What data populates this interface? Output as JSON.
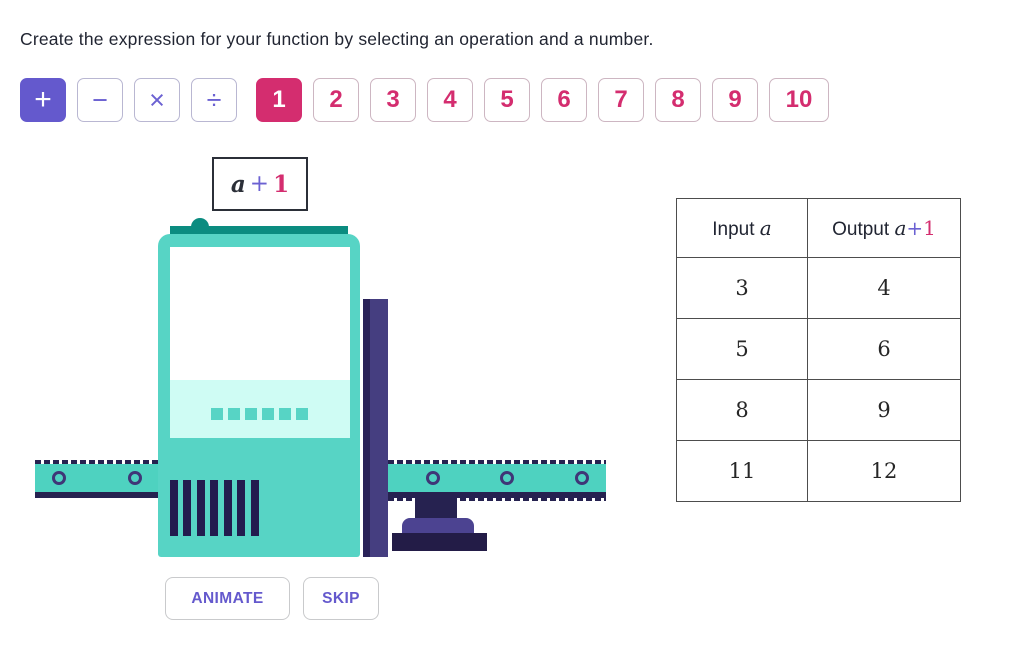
{
  "instruction": "Create the expression for your function by selecting an operation and a number.",
  "operations": [
    {
      "label": "+",
      "name": "add",
      "selected": true
    },
    {
      "label": "−",
      "name": "subtract",
      "selected": false
    },
    {
      "label": "×",
      "name": "multiply",
      "selected": false
    },
    {
      "label": "÷",
      "name": "divide",
      "selected": false
    }
  ],
  "numbers": [
    {
      "label": "1",
      "selected": true
    },
    {
      "label": "2",
      "selected": false
    },
    {
      "label": "3",
      "selected": false
    },
    {
      "label": "4",
      "selected": false
    },
    {
      "label": "5",
      "selected": false
    },
    {
      "label": "6",
      "selected": false
    },
    {
      "label": "7",
      "selected": false
    },
    {
      "label": "8",
      "selected": false
    },
    {
      "label": "9",
      "selected": false
    },
    {
      "label": "10",
      "selected": false
    }
  ],
  "expression": {
    "variable": "a",
    "operator": "+",
    "number": "1"
  },
  "io_table": {
    "input_header_text": "Input",
    "input_header_var": "a",
    "output_header_text": "Output",
    "output_header_var": "a",
    "output_header_op": "+",
    "output_header_num": "1",
    "rows": [
      {
        "input": "3",
        "output": "4"
      },
      {
        "input": "5",
        "output": "6"
      },
      {
        "input": "8",
        "output": "9"
      },
      {
        "input": "11",
        "output": "12"
      }
    ]
  },
  "actions": {
    "animate": "ANIMATE",
    "skip": "SKIP"
  },
  "colors": {
    "purple": "#6459cd",
    "purple-symbol": "#6b61d2",
    "pink": "#d42d6f",
    "teal-body": "#57d4c5",
    "teal-dark": "#0b8c80",
    "cyan-light": "#cffcf4",
    "belt-teal": "#4ed2c0",
    "navy": "#231c4f",
    "navy-deep": "#262250",
    "bar-purple": "#453e80",
    "bar-purple-dark": "#2a2258",
    "pedestal-purple": "#4c4391",
    "pedestal-base": "#231c47",
    "wheel-ring": "#3f3677",
    "text-dark": "#212532",
    "table-border": "#4d4d4d",
    "btn-border": "#c9cacc",
    "op-border": "#b9b7d2",
    "num-border": "#cdb6c2"
  }
}
